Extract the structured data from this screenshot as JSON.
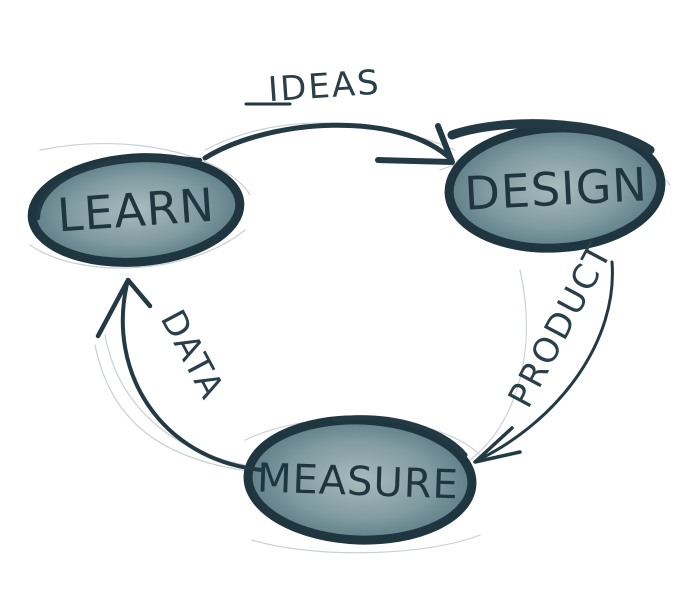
{
  "nodes": {
    "learn": {
      "label": "LEARN"
    },
    "design": {
      "label": "DESIGN"
    },
    "measure": {
      "label": "MEASURE"
    }
  },
  "edges": {
    "ideas": {
      "label": "IDEAS",
      "from": "learn",
      "to": "design"
    },
    "product": {
      "label": "PRODUCT",
      "from": "design",
      "to": "measure"
    },
    "data": {
      "label": "DATA",
      "from": "measure",
      "to": "learn"
    }
  },
  "colors": {
    "node_fill": "#4d6f78",
    "node_fill_light": "#a9bcbf",
    "outline": "#1f3540",
    "ink": "#233a45"
  }
}
